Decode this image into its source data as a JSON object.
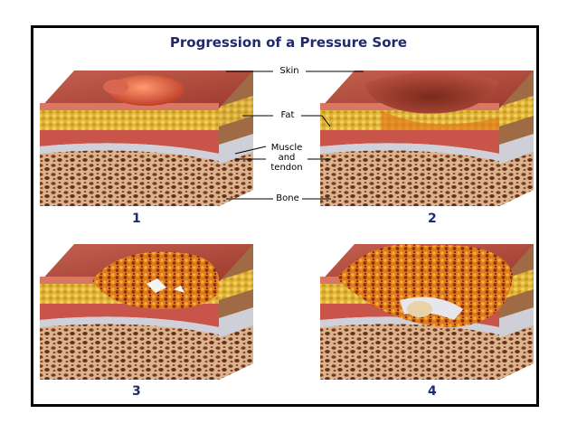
{
  "title": "Progression of a Pressure Sore",
  "labels": {
    "skin": "Skin",
    "fat": "Fat",
    "muscle_line1": "Muscle",
    "muscle_line2": "and",
    "muscle_line3": "tendon",
    "bone": "Bone"
  },
  "stages": [
    {
      "number": "1",
      "icon": "stage-1-intact-skin-redness"
    },
    {
      "number": "2",
      "icon": "stage-2-partial-thickness-loss"
    },
    {
      "number": "3",
      "icon": "stage-3-full-thickness-to-fat"
    },
    {
      "number": "4",
      "icon": "stage-4-exposed-bone"
    }
  ],
  "colors": {
    "title": "#1f2a6e",
    "skin_surface": "#b8493b",
    "skin_layer": "#d97764",
    "fat": "#e0b53a",
    "muscle": "#c9544a",
    "tendon": "#c8c8d0",
    "bone": "#d9b48f",
    "bone_pores": "#7a3a1e",
    "wound": "#e07a1a"
  }
}
